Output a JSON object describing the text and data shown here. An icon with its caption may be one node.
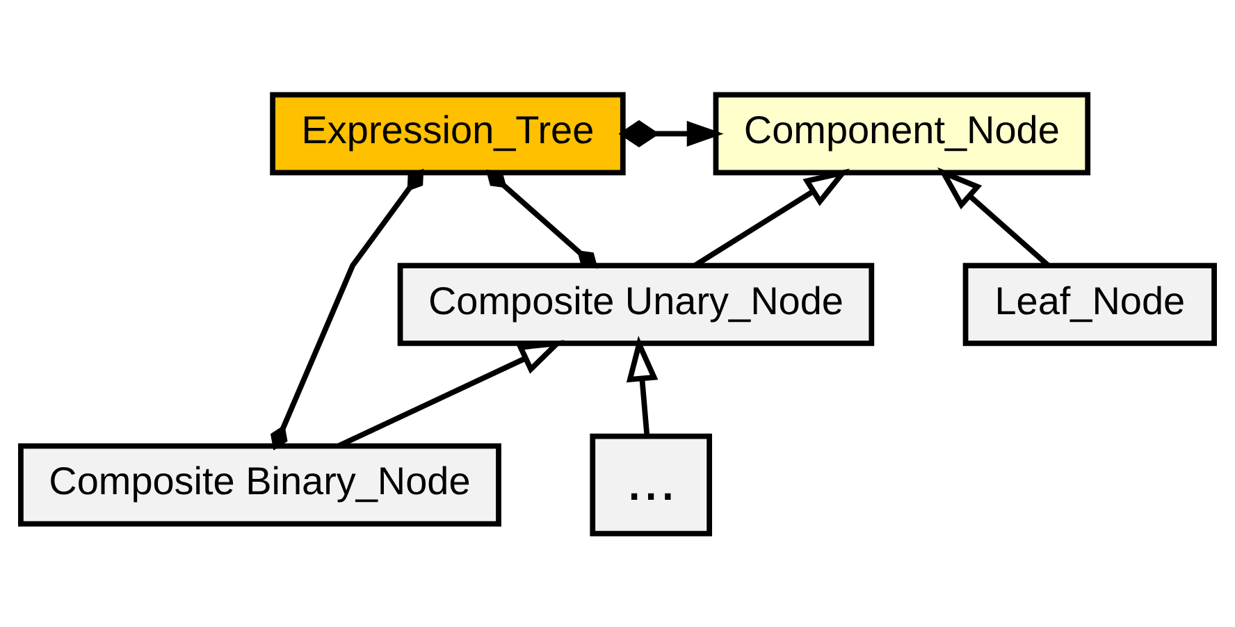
{
  "diagram": {
    "nodes": [
      {
        "text": [
          "Expression_Tree"
        ]
      },
      {
        "text": [
          "Component_Node"
        ]
      },
      {
        "text": [
          "Composite Unary_Node"
        ]
      },
      {
        "text": [
          "Leaf_Node"
        ]
      },
      {
        "text": [
          "Composite Binary_Node"
        ]
      },
      {
        "text": [
          "..."
        ]
      }
    ],
    "edges": [
      {
        "from": 0,
        "to": 1,
        "arrow": "to"
      },
      {
        "from": 0,
        "to": 2,
        "arrow": "other"
      },
      {
        "from": 0,
        "to": 4,
        "arrow": "other"
      },
      {
        "from": 2,
        "to": 1,
        "arrow": "to"
      },
      {
        "from": 3,
        "to": 1,
        "arrow": "to"
      },
      {
        "from": 4,
        "to": 2,
        "arrow": "to"
      },
      {
        "from": 5,
        "to": 2,
        "arrow": "to"
      }
    ]
  }
}
